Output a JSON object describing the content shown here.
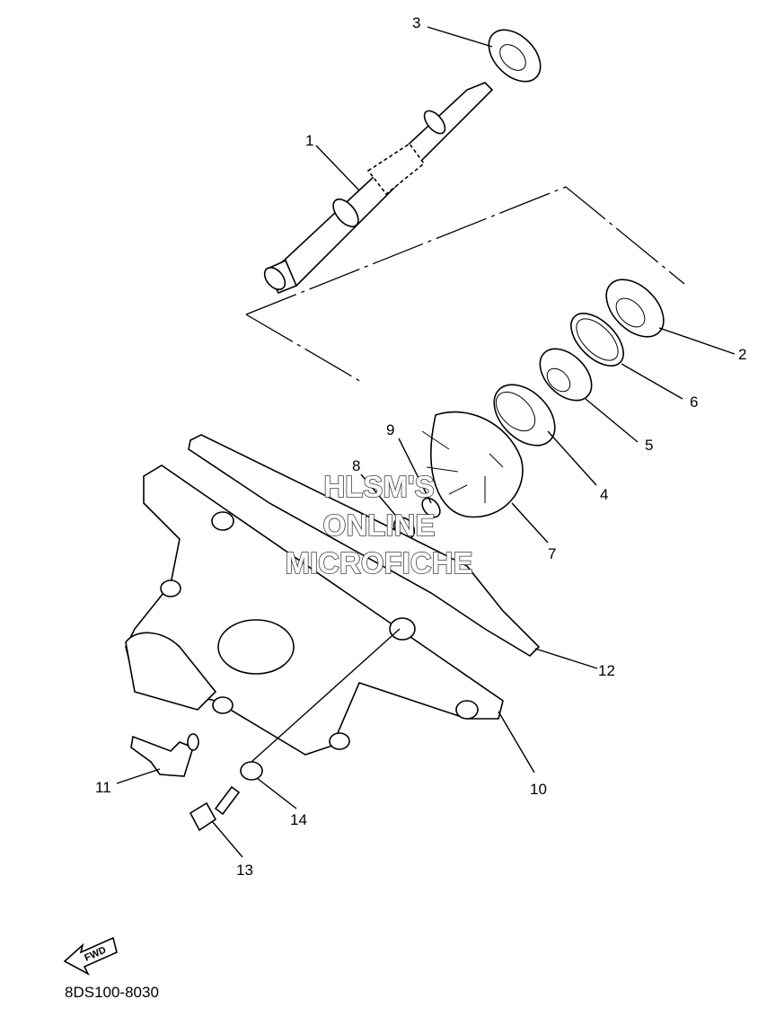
{
  "watermark": {
    "line1": "HLSM'S",
    "line2": "ONLINE",
    "line3": "MICROFICHE"
  },
  "callouts": [
    {
      "label": "1"
    },
    {
      "label": "2"
    },
    {
      "label": "3"
    },
    {
      "label": "4"
    },
    {
      "label": "5"
    },
    {
      "label": "6"
    },
    {
      "label": "7"
    },
    {
      "label": "8"
    },
    {
      "label": "9"
    },
    {
      "label": "10"
    },
    {
      "label": "11"
    },
    {
      "label": "12"
    },
    {
      "label": "13"
    },
    {
      "label": "14"
    }
  ],
  "fwd_label": "FWD",
  "diagram_code": "8DS100-8030"
}
